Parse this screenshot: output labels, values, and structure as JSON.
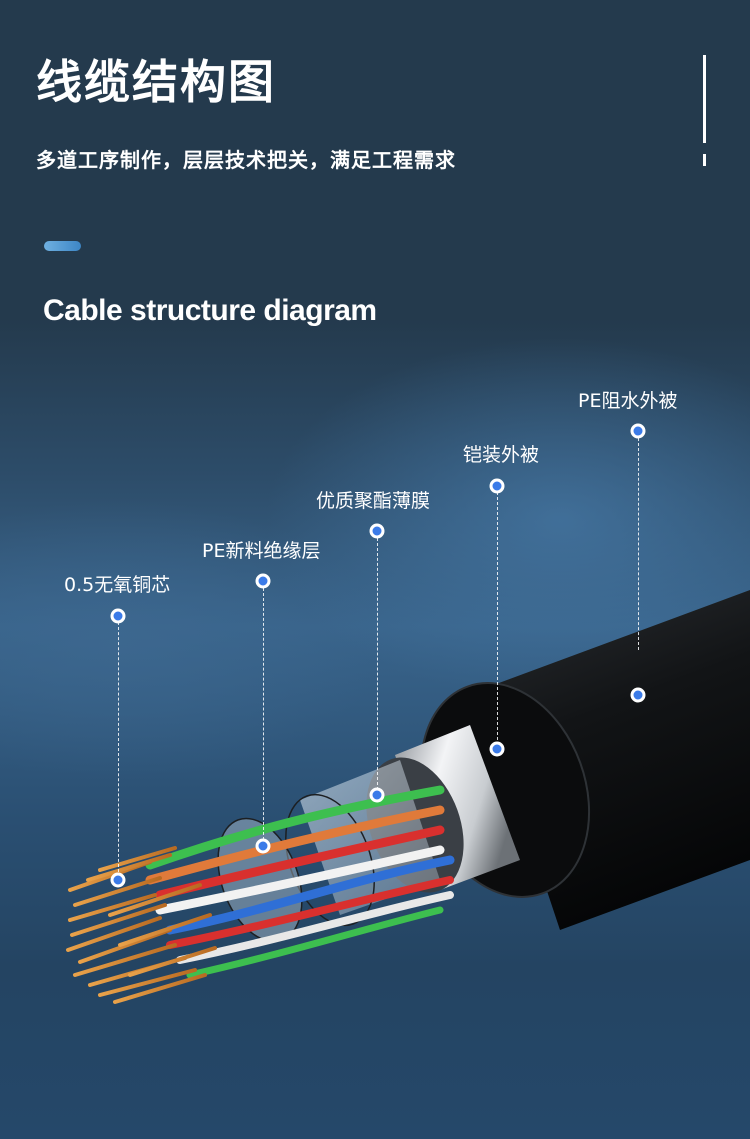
{
  "header": {
    "title": "线缆结构图",
    "subtitle": "多道工序制作，层层技术把关，满足工程需求",
    "english_title": "Cable structure diagram"
  },
  "layers": [
    {
      "id": "copper-core",
      "label": "0.5无氧铜芯"
    },
    {
      "id": "pe-insulation",
      "label": "PE新料绝缘层"
    },
    {
      "id": "polyester-film",
      "label": "优质聚酯薄膜"
    },
    {
      "id": "armored-jacket",
      "label": "铠装外被"
    },
    {
      "id": "pe-waterproof-jacket",
      "label": "PE阻水外被"
    }
  ],
  "colors": {
    "background": "#243a4d",
    "accent": "#3b7be8",
    "pill": "#4a94d0",
    "text": "#ffffff"
  }
}
